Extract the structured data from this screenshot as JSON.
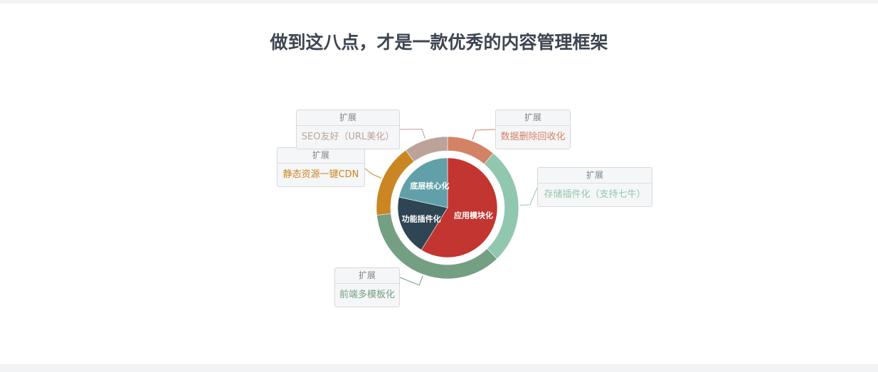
{
  "title": "做到这八点，才是一款优秀的内容管理框架",
  "chart_data": [
    {
      "type": "pie",
      "ring": "inner",
      "categories": [
        "应用模块化",
        "功能插件化",
        "底层核心化"
      ],
      "values": [
        3,
        1,
        1.1
      ],
      "colors": [
        "#c23531",
        "#2f4554",
        "#61a0a8"
      ]
    },
    {
      "type": "pie",
      "ring": "outer",
      "categories": [
        "数据删除回收化",
        "存储插件化（支持七牛）",
        "前端多模板化",
        "静态资源一键CDN",
        "SEO友好（URL美化）"
      ],
      "values": [
        1,
        2.4,
        3.2,
        1.5,
        0.9
      ],
      "colors": [
        "#d48265",
        "#91c7ae",
        "#749f83",
        "#ca8622",
        "#bda29a"
      ],
      "label_header": "扩展"
    }
  ]
}
